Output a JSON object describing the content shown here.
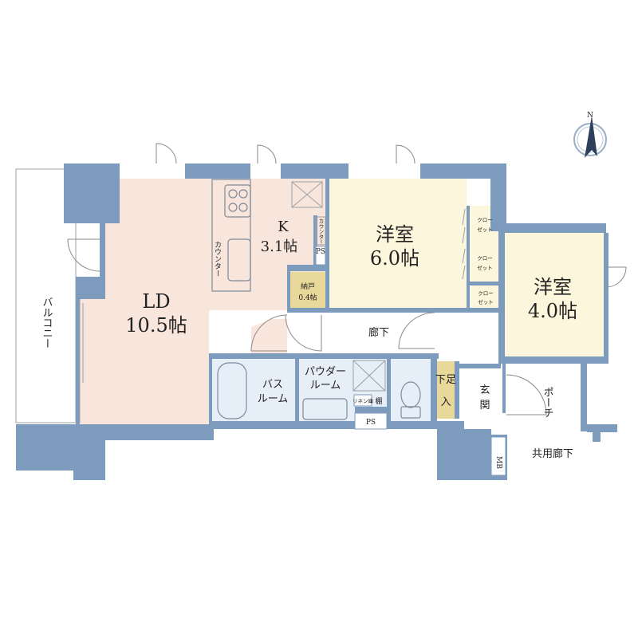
{
  "rooms": {
    "ld": {
      "name": "LD",
      "size": "10.5帖"
    },
    "kitchen": {
      "name": "K",
      "size": "3.1帖"
    },
    "western1": {
      "name": "洋室",
      "size": "6.0帖"
    },
    "western2": {
      "name": "洋室",
      "size": "4.0帖"
    },
    "storage": {
      "name": "納戸",
      "size": "0.4帖"
    }
  },
  "labels": {
    "balcony": "バルコニー",
    "counter_main": "カウンター",
    "counter_small": "カウンター",
    "ps_upper": "PS",
    "ps_lower": "PS",
    "hallway": "廊下",
    "bath_line1": "バス",
    "bath_line2": "ルーム",
    "powder_line1": "パウダー",
    "powder_line2": "ルーム",
    "linen": "リネン庫",
    "shelf": "棚",
    "shoe_line1": "下足",
    "shoe_line2": "入",
    "entrance_line1": "玄",
    "entrance_line2": "関",
    "porch": "ポーチ",
    "common_hallway": "共用廊下",
    "mb": "MB",
    "closet1_line1": "クロー",
    "closet1_line2": "ゼット",
    "closet2_line1": "クロー",
    "closet2_line2": "ゼット",
    "closet3_line1": "クロー",
    "closet3_line2": "ゼット",
    "compass": "N"
  },
  "colors": {
    "wall": "#7c9bbd",
    "ld_floor": "#f8e5dc",
    "kitchen_floor": "#f8e5dc",
    "western_floor": "#fcf7dc",
    "closet_floor": "#fcf7dc",
    "storage_floor": "#e8d89a",
    "shoe_cabinet": "#e8d89a",
    "wet_area": "#e6eef7",
    "hallway": "#ffffff"
  }
}
